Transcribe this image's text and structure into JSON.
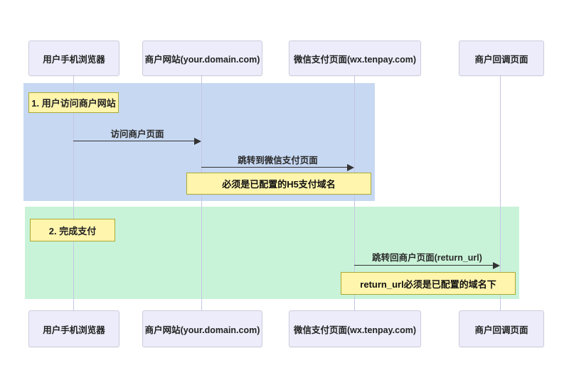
{
  "actors": [
    {
      "label": "用户手机浏览器"
    },
    {
      "label": "商户网站(your.domain.com)"
    },
    {
      "label": "微信支付页面(wx.tenpay.com)"
    },
    {
      "label": "商户回调页面"
    }
  ],
  "phases": [
    {
      "label": "1. 用户访问商户网站",
      "background": "#c7d8f2"
    },
    {
      "label": "2. 完成支付",
      "background": "#c9f3d8"
    }
  ],
  "messages": [
    {
      "label": "访问商户页面"
    },
    {
      "label": "跳转到微信支付页面"
    },
    {
      "label": "跳转回商户页面(return_url)"
    }
  ],
  "notes": [
    {
      "label": "必须是已配置的H5支付域名"
    },
    {
      "label": "return_url必须是已配置的域名下"
    }
  ],
  "colors": {
    "phase1_background": "#c7d8f2",
    "phase2_background": "#c9f3d8",
    "note_background": "#fff5ad",
    "note_border": "#aaaa33",
    "actor_background": "#ececfa",
    "actor_border": "#ccccdd",
    "lifeline": "#c6c6e4",
    "arrow": "#333333"
  }
}
